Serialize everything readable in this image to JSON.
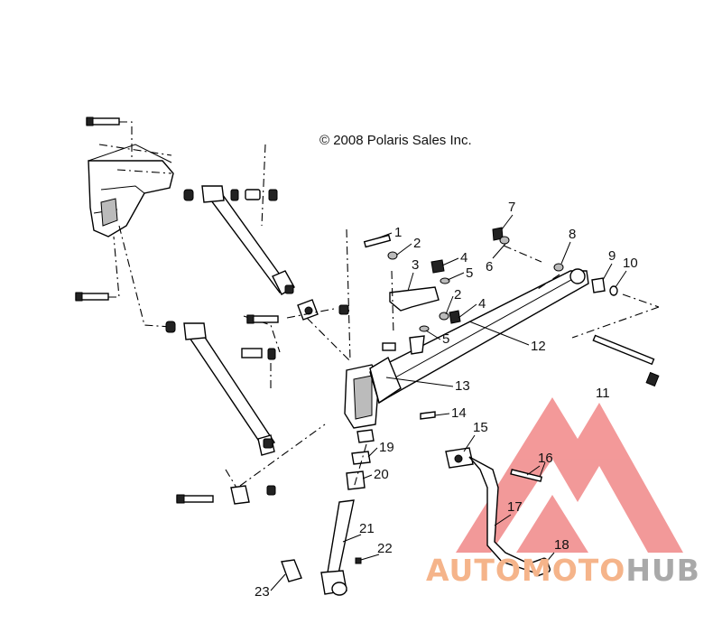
{
  "copyright": "© 2008 Polaris Sales Inc.",
  "callouts": [
    "1",
    "2",
    "3",
    "4",
    "5",
    "2",
    "4",
    "5",
    "7",
    "6",
    "8",
    "9",
    "10",
    "12",
    "13",
    "14",
    "11",
    "15",
    "16",
    "17",
    "18",
    "19",
    "20",
    "21",
    "22",
    "23"
  ],
  "watermark": {
    "part1": "AUTO",
    "part2": "MOTO",
    "part3": "HUB",
    "color_a": "#f5b48a",
    "color_b": "#a9a9a9",
    "triangle_color": "#f08080"
  }
}
